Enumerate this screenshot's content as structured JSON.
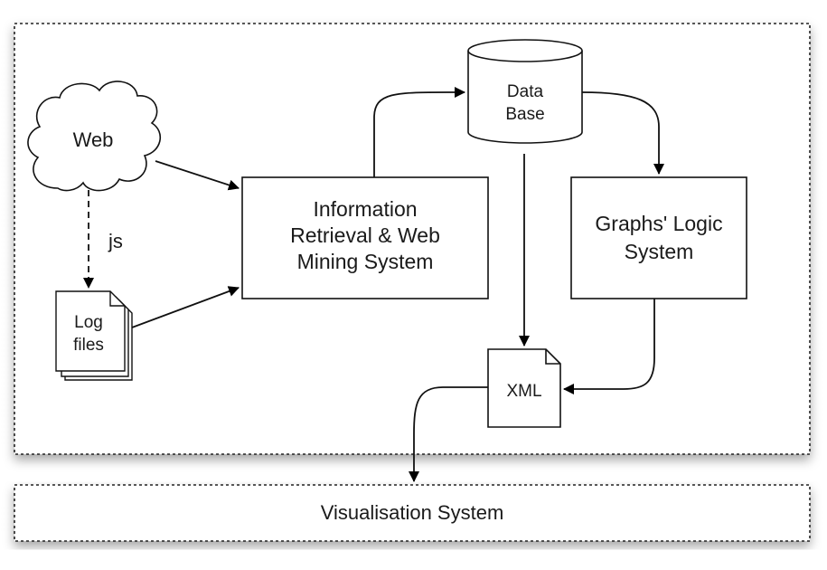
{
  "nodes": {
    "web": {
      "label": "Web"
    },
    "log_files": {
      "line1": "Log",
      "line2": "files"
    },
    "ir_system": {
      "line1": "Information",
      "line2": "Retrieval & Web",
      "line3": "Mining System"
    },
    "database": {
      "line1": "Data",
      "line2": "Base"
    },
    "graphs_logic": {
      "line1": "Graphs' Logic",
      "line2": "System"
    },
    "xml": {
      "label": "XML"
    },
    "visualisation": {
      "label": "Visualisation System"
    }
  },
  "edges": {
    "web_to_logs": {
      "label": "js"
    }
  }
}
